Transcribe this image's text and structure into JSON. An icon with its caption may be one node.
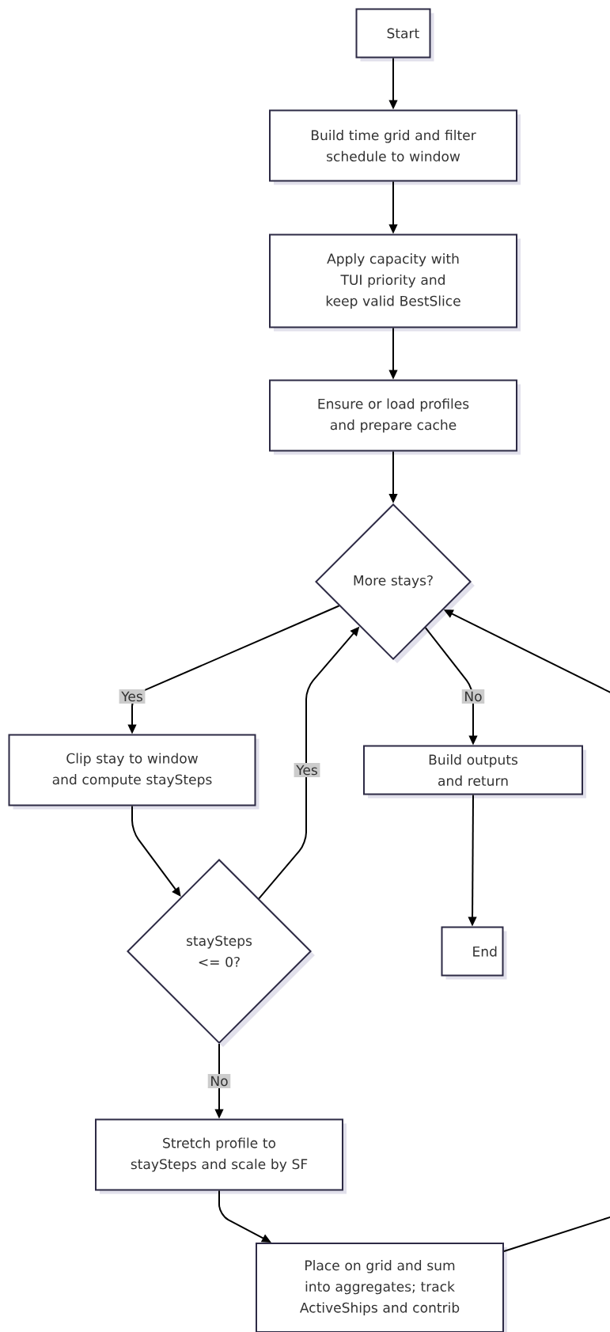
{
  "diagram": {
    "nodes": [
      {
        "text": [
          "Start"
        ]
      },
      {
        "text": [
          "Build time grid and filter schedule to window"
        ]
      },
      {
        "text": [
          "Apply capacity with TUI priority and keep valid BestSlice"
        ]
      },
      {
        "text": [
          "Ensure or load profiles and prepare cache"
        ]
      },
      {
        "text": [
          "More stays?"
        ]
      },
      {
        "text": [
          "Clip stay to window and compute staySteps"
        ]
      },
      {
        "text": [
          "Build outputs and return"
        ]
      },
      {
        "text": [
          "staySteps <= 0?"
        ]
      },
      {
        "text": [
          "End"
        ]
      },
      {
        "text": [
          "Stretch profile to staySteps and scale by SF"
        ]
      },
      {
        "text": [
          "Place on grid and sum into aggregates; track ActiveShips and contrib"
        ]
      }
    ],
    "edges": [
      {
        "from": 0,
        "to": 1,
        "arrow": "to"
      },
      {
        "from": 1,
        "to": 2,
        "arrow": "to"
      },
      {
        "from": 2,
        "to": 3,
        "arrow": "to"
      },
      {
        "from": 3,
        "to": 4,
        "arrow": "to"
      },
      {
        "from": 4,
        "to": 5,
        "arrow": "to",
        "label": "Yes"
      },
      {
        "from": 4,
        "to": 6,
        "arrow": "to",
        "label": "No"
      },
      {
        "from": 5,
        "to": 7,
        "arrow": "to"
      },
      {
        "from": 7,
        "to": 4,
        "arrow": "to",
        "label": "Yes"
      },
      {
        "from": 7,
        "to": 9,
        "arrow": "to",
        "label": "No"
      },
      {
        "from": 6,
        "to": 8,
        "arrow": "to"
      },
      {
        "from": 9,
        "to": 10,
        "arrow": "to"
      },
      {
        "from": 10,
        "to": 4,
        "arrow": "to"
      }
    ]
  }
}
